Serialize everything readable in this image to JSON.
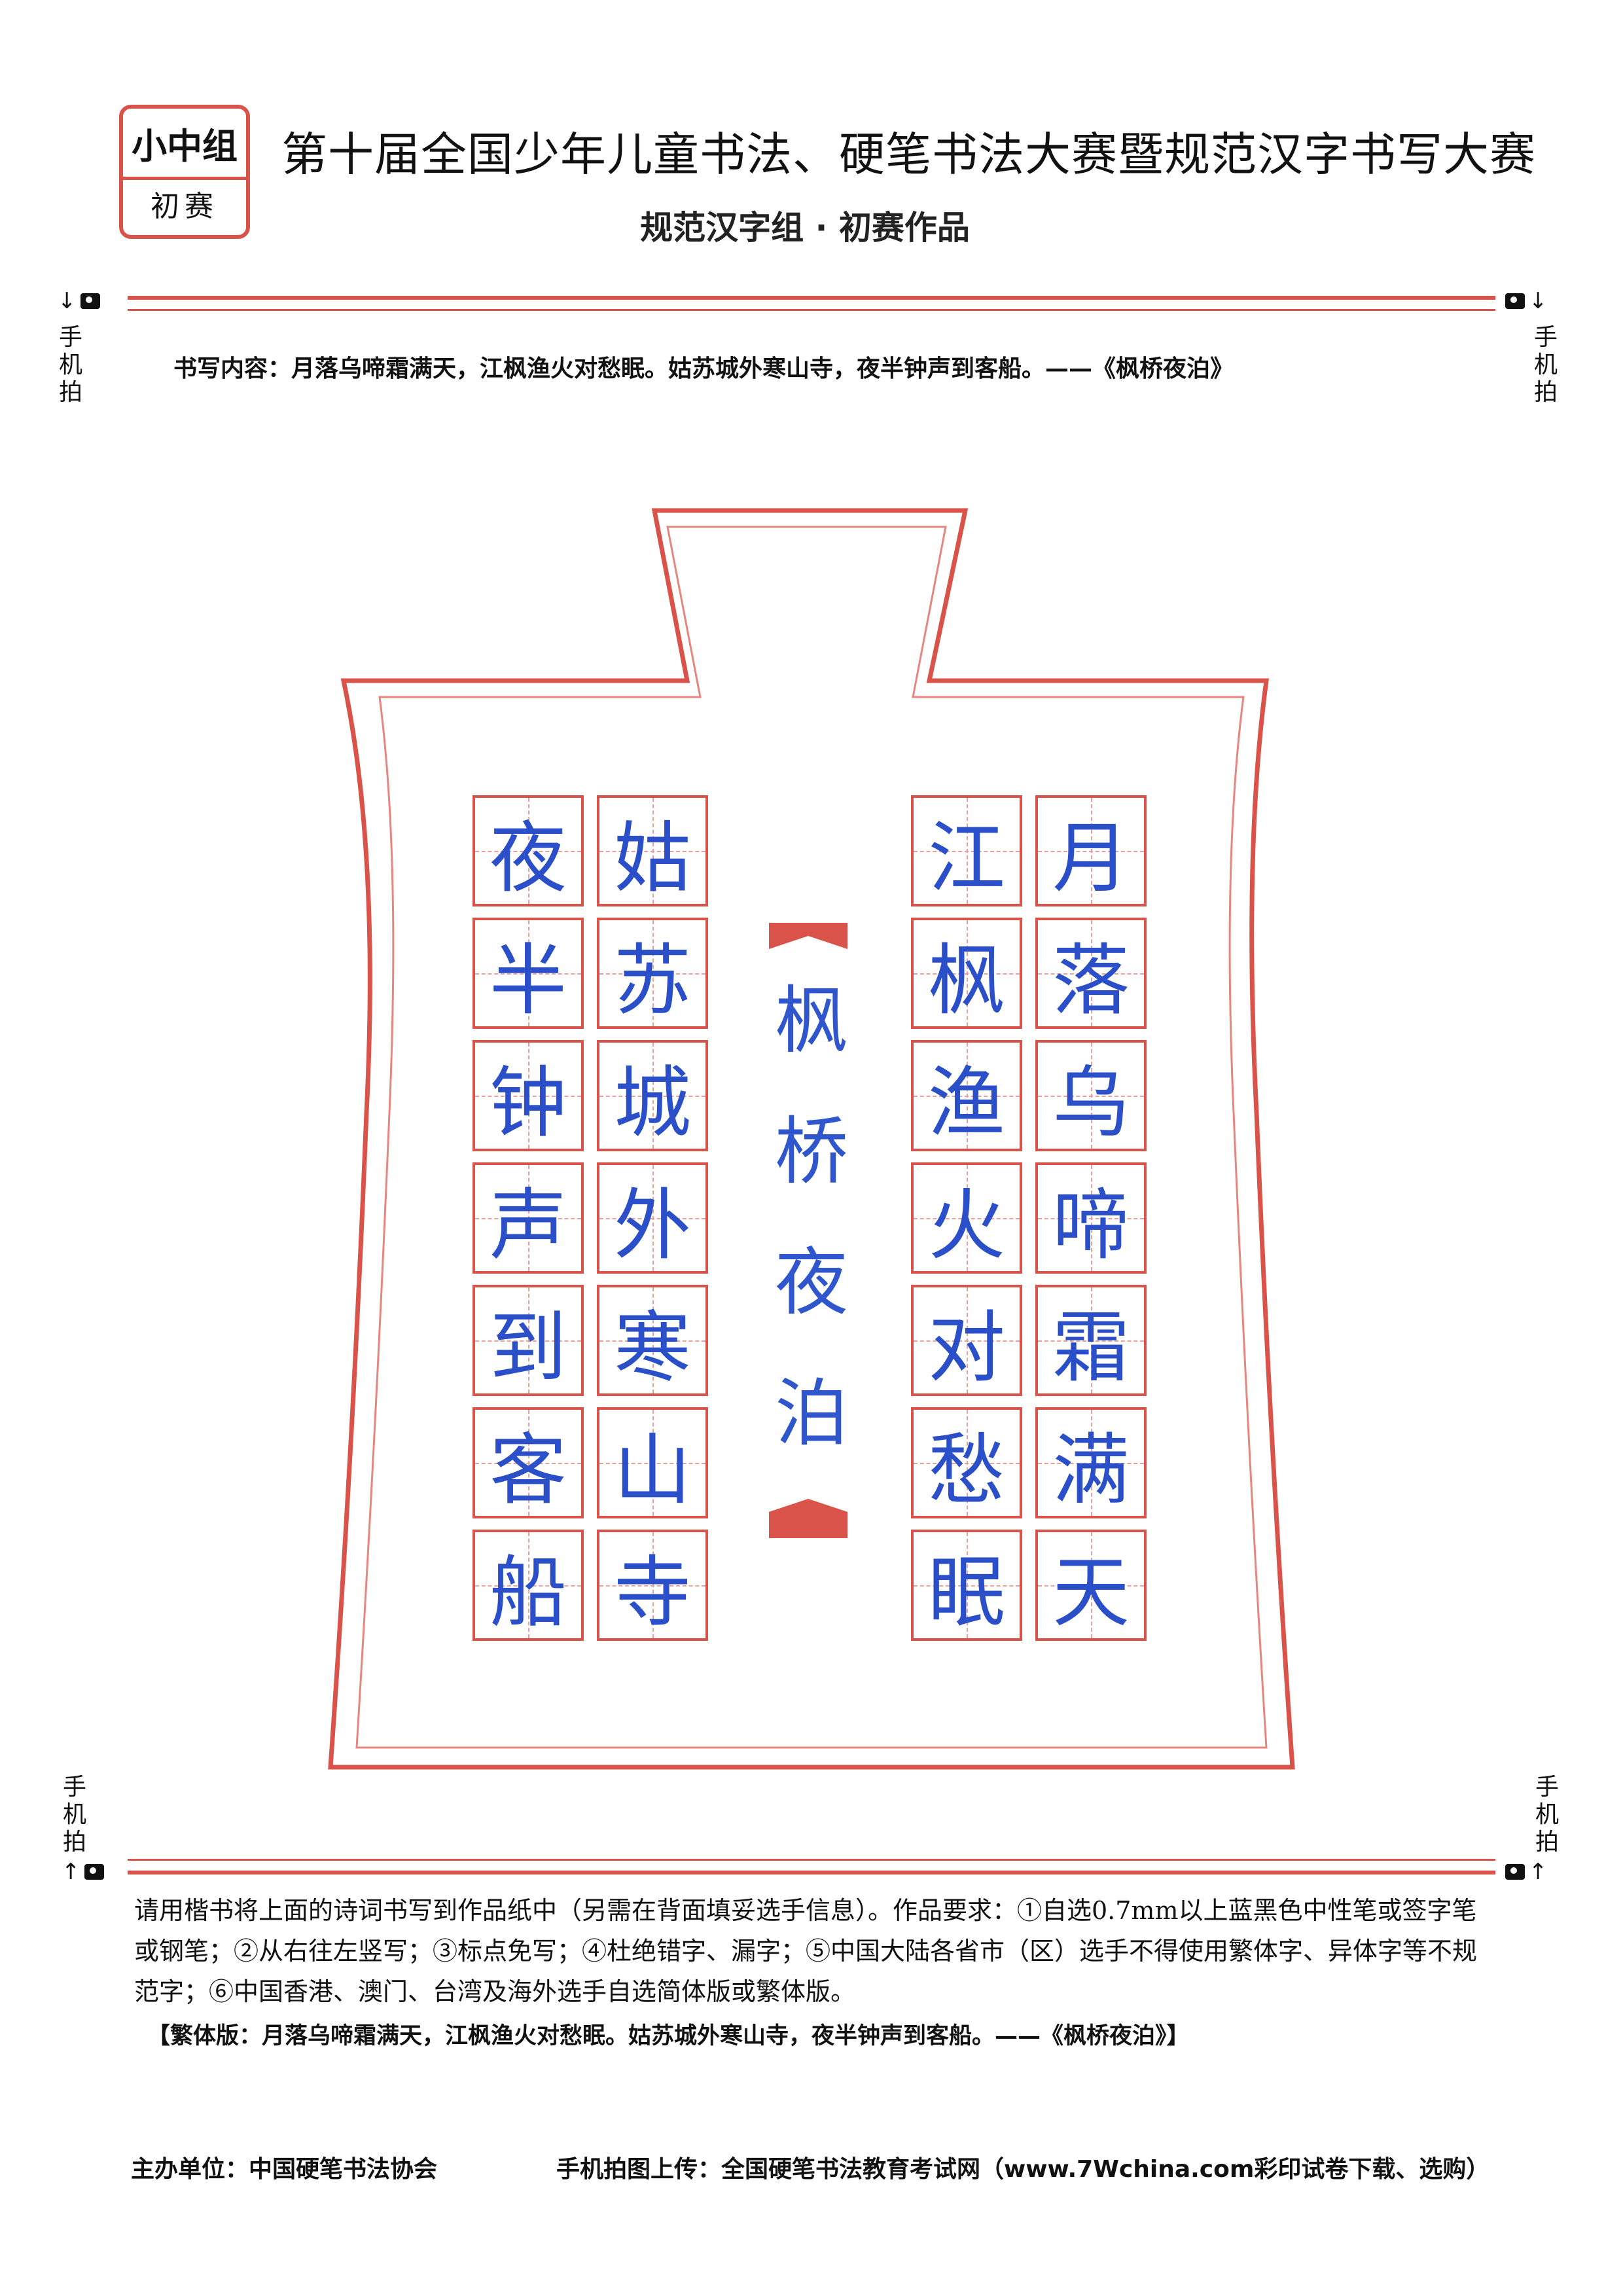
{
  "badge": {
    "group": "小中组",
    "stage": "初赛"
  },
  "header": {
    "title": "第十届全国少年儿童书法、硬笔书法大赛暨规范汉字书写大赛",
    "subtitle": "规范汉字组 · 初赛作品"
  },
  "markers": {
    "phone_shot": "手机拍",
    "arrow_down": "↓",
    "arrow_up": "↑"
  },
  "content_line": "书写内容：月落乌啼霜满天，江枫渔火对愁眠。姑苏城外寒山寺，夜半钟声到客船。——《枫桥夜泊》",
  "poem": {
    "title_chars": [
      "枫",
      "桥",
      "夜",
      "泊"
    ],
    "columns": [
      [
        "月",
        "落",
        "乌",
        "啼",
        "霜",
        "满",
        "天"
      ],
      [
        "江",
        "枫",
        "渔",
        "火",
        "对",
        "愁",
        "眠"
      ],
      [
        "姑",
        "苏",
        "城",
        "外",
        "寒",
        "山",
        "寺"
      ],
      [
        "夜",
        "半",
        "钟",
        "声",
        "到",
        "客",
        "船"
      ]
    ]
  },
  "instructions": "请用楷书将上面的诗词书写到作品纸中（另需在背面填妥选手信息）。作品要求：①自选0.7mm以上蓝黑色中性笔或签字笔或钢笔；②从右往左竖写；③标点免写；④杜绝错字、漏字；⑤中国大陆各省市（区）选手不得使用繁体字、异体字等不规范字；⑥中国香港、澳门、台湾及海外选手自选简体版或繁体版。",
  "traditional": "【繁体版：月落乌啼霜满天，江枫渔火对愁眠。姑苏城外寒山寺，夜半钟声到客船。——《枫桥夜泊》】",
  "footer": {
    "organizer": "主办单位：中国硬笔书法协会",
    "upload": "手机拍图上传：全国硬笔书法教育考试网（www.7Wchina.com彩印试卷下载、选购）"
  },
  "colors": {
    "accent": "#d9534a",
    "ink": "#2a4fc8"
  }
}
